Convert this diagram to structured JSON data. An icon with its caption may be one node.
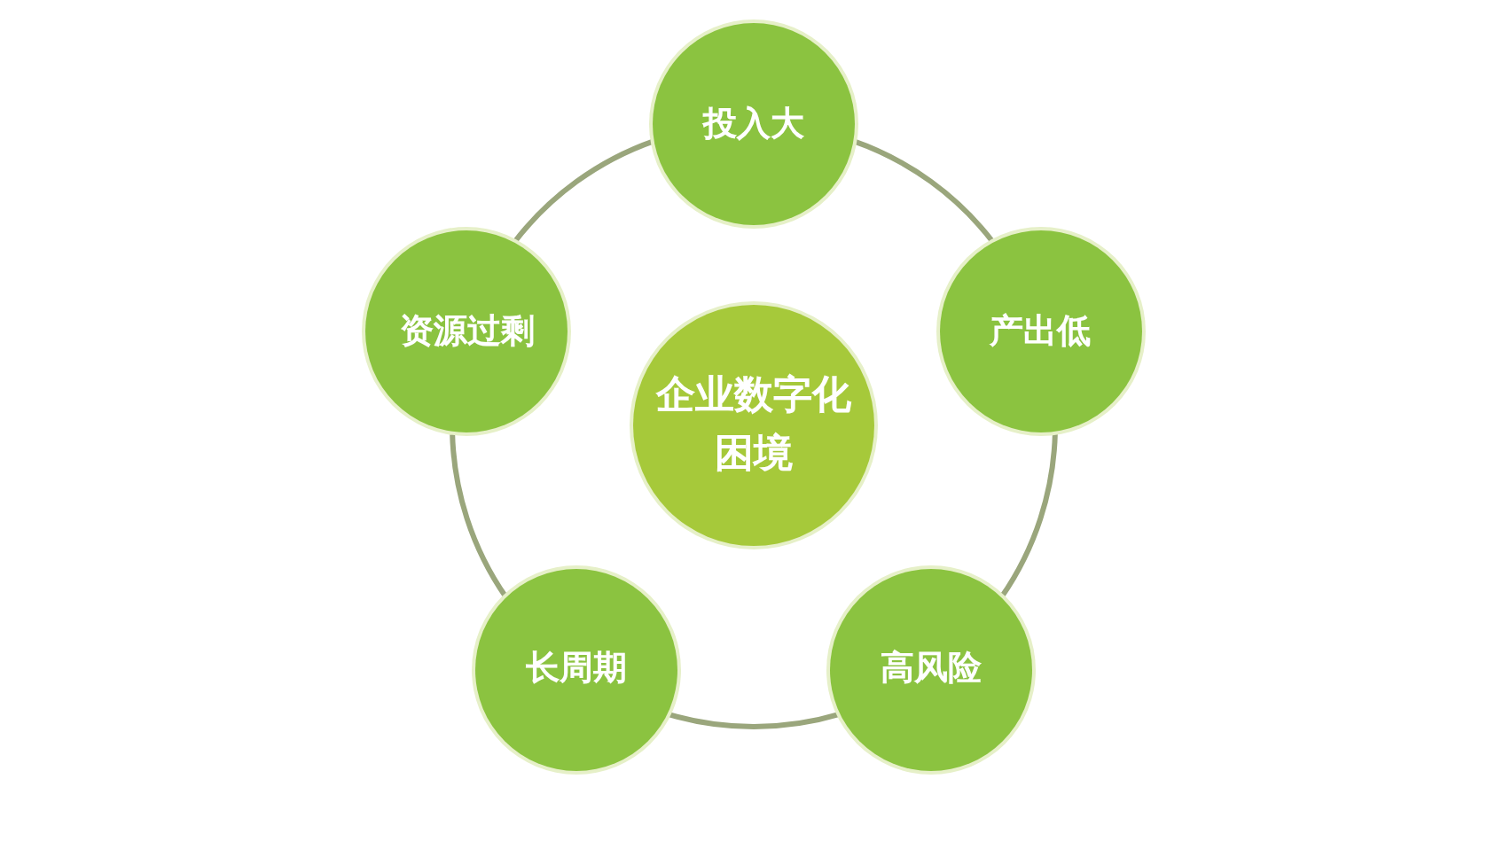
{
  "diagram": {
    "nodes": [
      {
        "text": [
          "企业数字化困境"
        ]
      },
      {
        "text": [
          "投入大"
        ]
      },
      {
        "text": [
          "产出低"
        ]
      },
      {
        "text": [
          "高风险"
        ]
      },
      {
        "text": [
          "长周期"
        ]
      },
      {
        "text": [
          "资源过剩"
        ]
      }
    ],
    "edges": [
      {
        "from": 1,
        "to": 2,
        "arrow": "none"
      },
      {
        "from": 2,
        "to": 3,
        "arrow": "none"
      },
      {
        "from": 3,
        "to": 4,
        "arrow": "none"
      },
      {
        "from": 4,
        "to": 5,
        "arrow": "none"
      },
      {
        "from": 5,
        "to": 1,
        "arrow": "none"
      }
    ]
  }
}
